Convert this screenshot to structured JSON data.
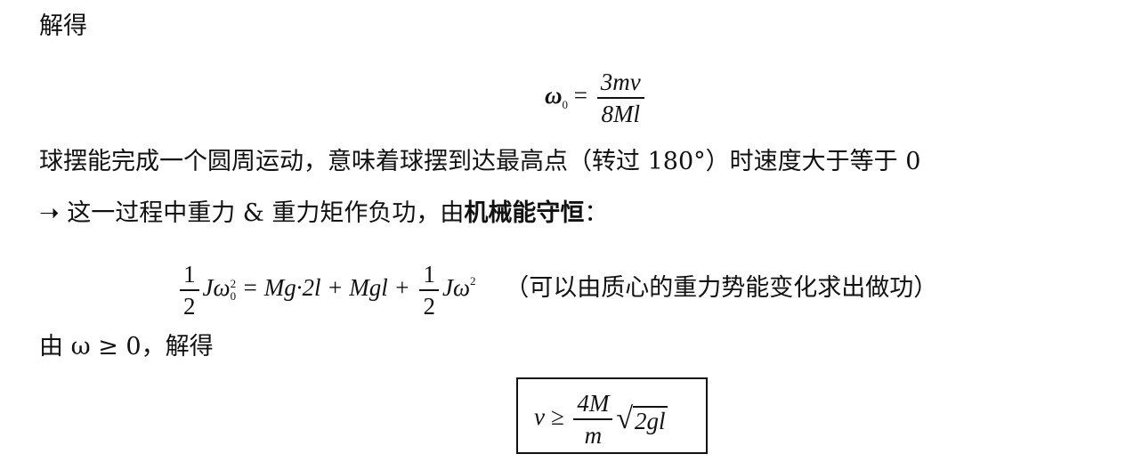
{
  "lines": {
    "l1": "解得",
    "eq1_lhs": "ω",
    "eq1_sub": "0",
    "eq1_eq": "=",
    "eq1_num": "3mv",
    "eq1_den": "8Ml",
    "l3": "球摆能完成一个圆周运动，意味着球摆到达最高点（转过 180°）时速度大于等于 0",
    "l4_arrow": "➝",
    "l4_text": "这一过程中重力 & 重力矩作负功，由",
    "l4_bold": "机械能守恒",
    "l4_colon": "：",
    "eq2_half1_num": "1",
    "eq2_half1_den": "2",
    "eq2_mid": "Jω",
    "eq2_sup1": "2",
    "eq2_sub1": "0",
    "eq2_rhs": "= Mg·2l + Mgl +",
    "eq2_half2_num": "1",
    "eq2_half2_den": "2",
    "eq2_tail": "Jω",
    "eq2_sup2": "2",
    "eq2_note": "（可以由质心的重力势能变化求出做功）",
    "l6": "由 ω ≥ 0，解得",
    "eq3_v": "v ≥",
    "eq3_num": "4M",
    "eq3_den": "m",
    "eq3_root": "2gl"
  }
}
